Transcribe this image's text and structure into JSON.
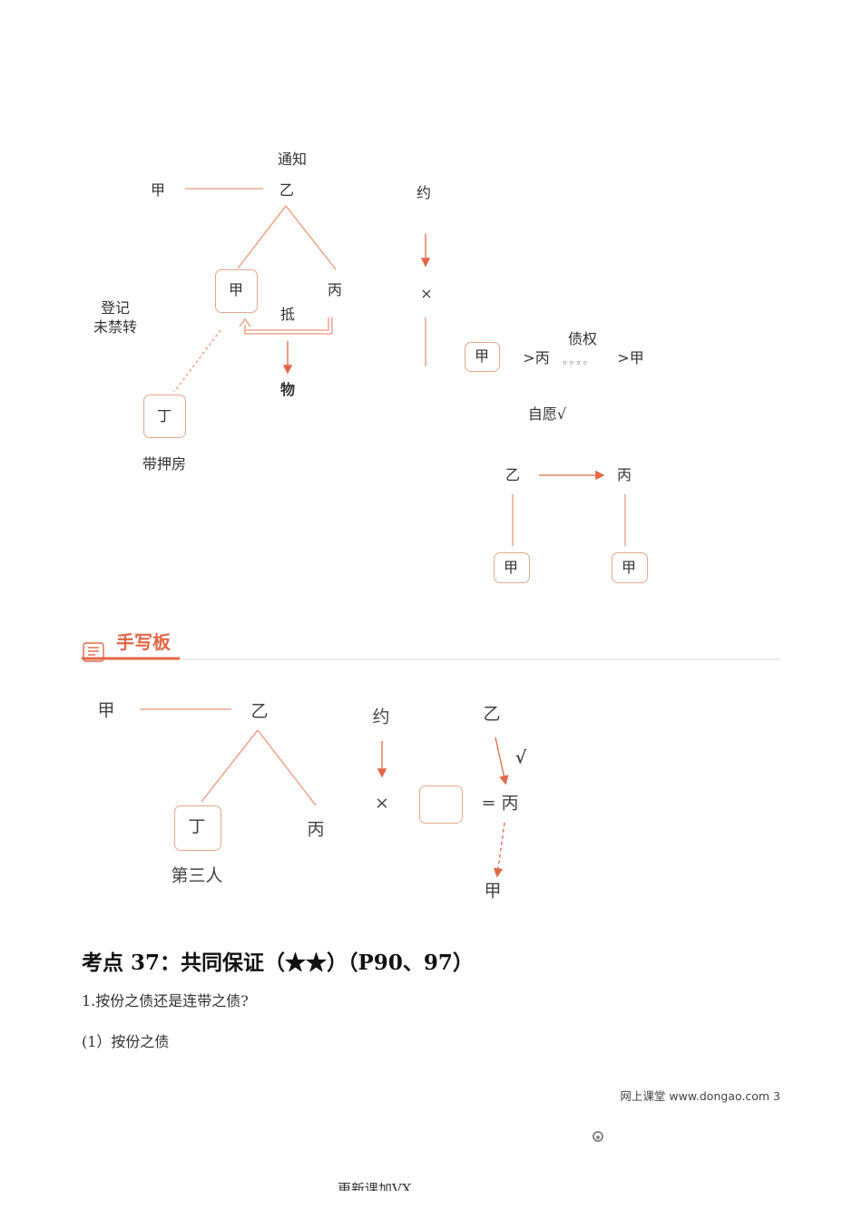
{
  "diagram_top": {
    "notify": "通知",
    "jia_left": "甲",
    "yi": "乙",
    "jia_box": "甲",
    "bing": "丙",
    "mortgage": "抵",
    "thing": "物",
    "registered": "登记",
    "not_prohibited": "未禁转",
    "ding_box": "丁",
    "with_mortgage_house": "带押房",
    "agreement": "约",
    "cross": "×",
    "jia_box_right": "甲",
    "gt_bing": ">丙",
    "dots": "。。。。",
    "gt_jia": ">甲",
    "creditor_right": "债权",
    "voluntary": "自愿√",
    "yi2": "乙",
    "bing2": "丙",
    "jia_box_a": "甲",
    "jia_box_b": "甲"
  },
  "handwriting_board": {
    "title": "手写板",
    "icon": "board-icon"
  },
  "diagram_bottom": {
    "jia": "甲",
    "yi": "乙",
    "ding_box": "丁",
    "bing": "丙",
    "third_party": "第三人",
    "agreement": "约",
    "cross": "×",
    "yi_right": "乙",
    "check": "√",
    "eq_bing": "= 丙",
    "jia_bottom": "甲"
  },
  "content": {
    "heading": "考点 37：共同保证（★★）（P90、97）",
    "question": "1.按份之债还是连带之债?",
    "item1": "(1）按份之债"
  },
  "footer": {
    "text": "网上课堂 www.dongao.com 3",
    "cut_text": "更新课加VX"
  },
  "colors": {
    "accent": "#e26848",
    "line": "#e8977a",
    "box_border": "#e3a88e"
  }
}
